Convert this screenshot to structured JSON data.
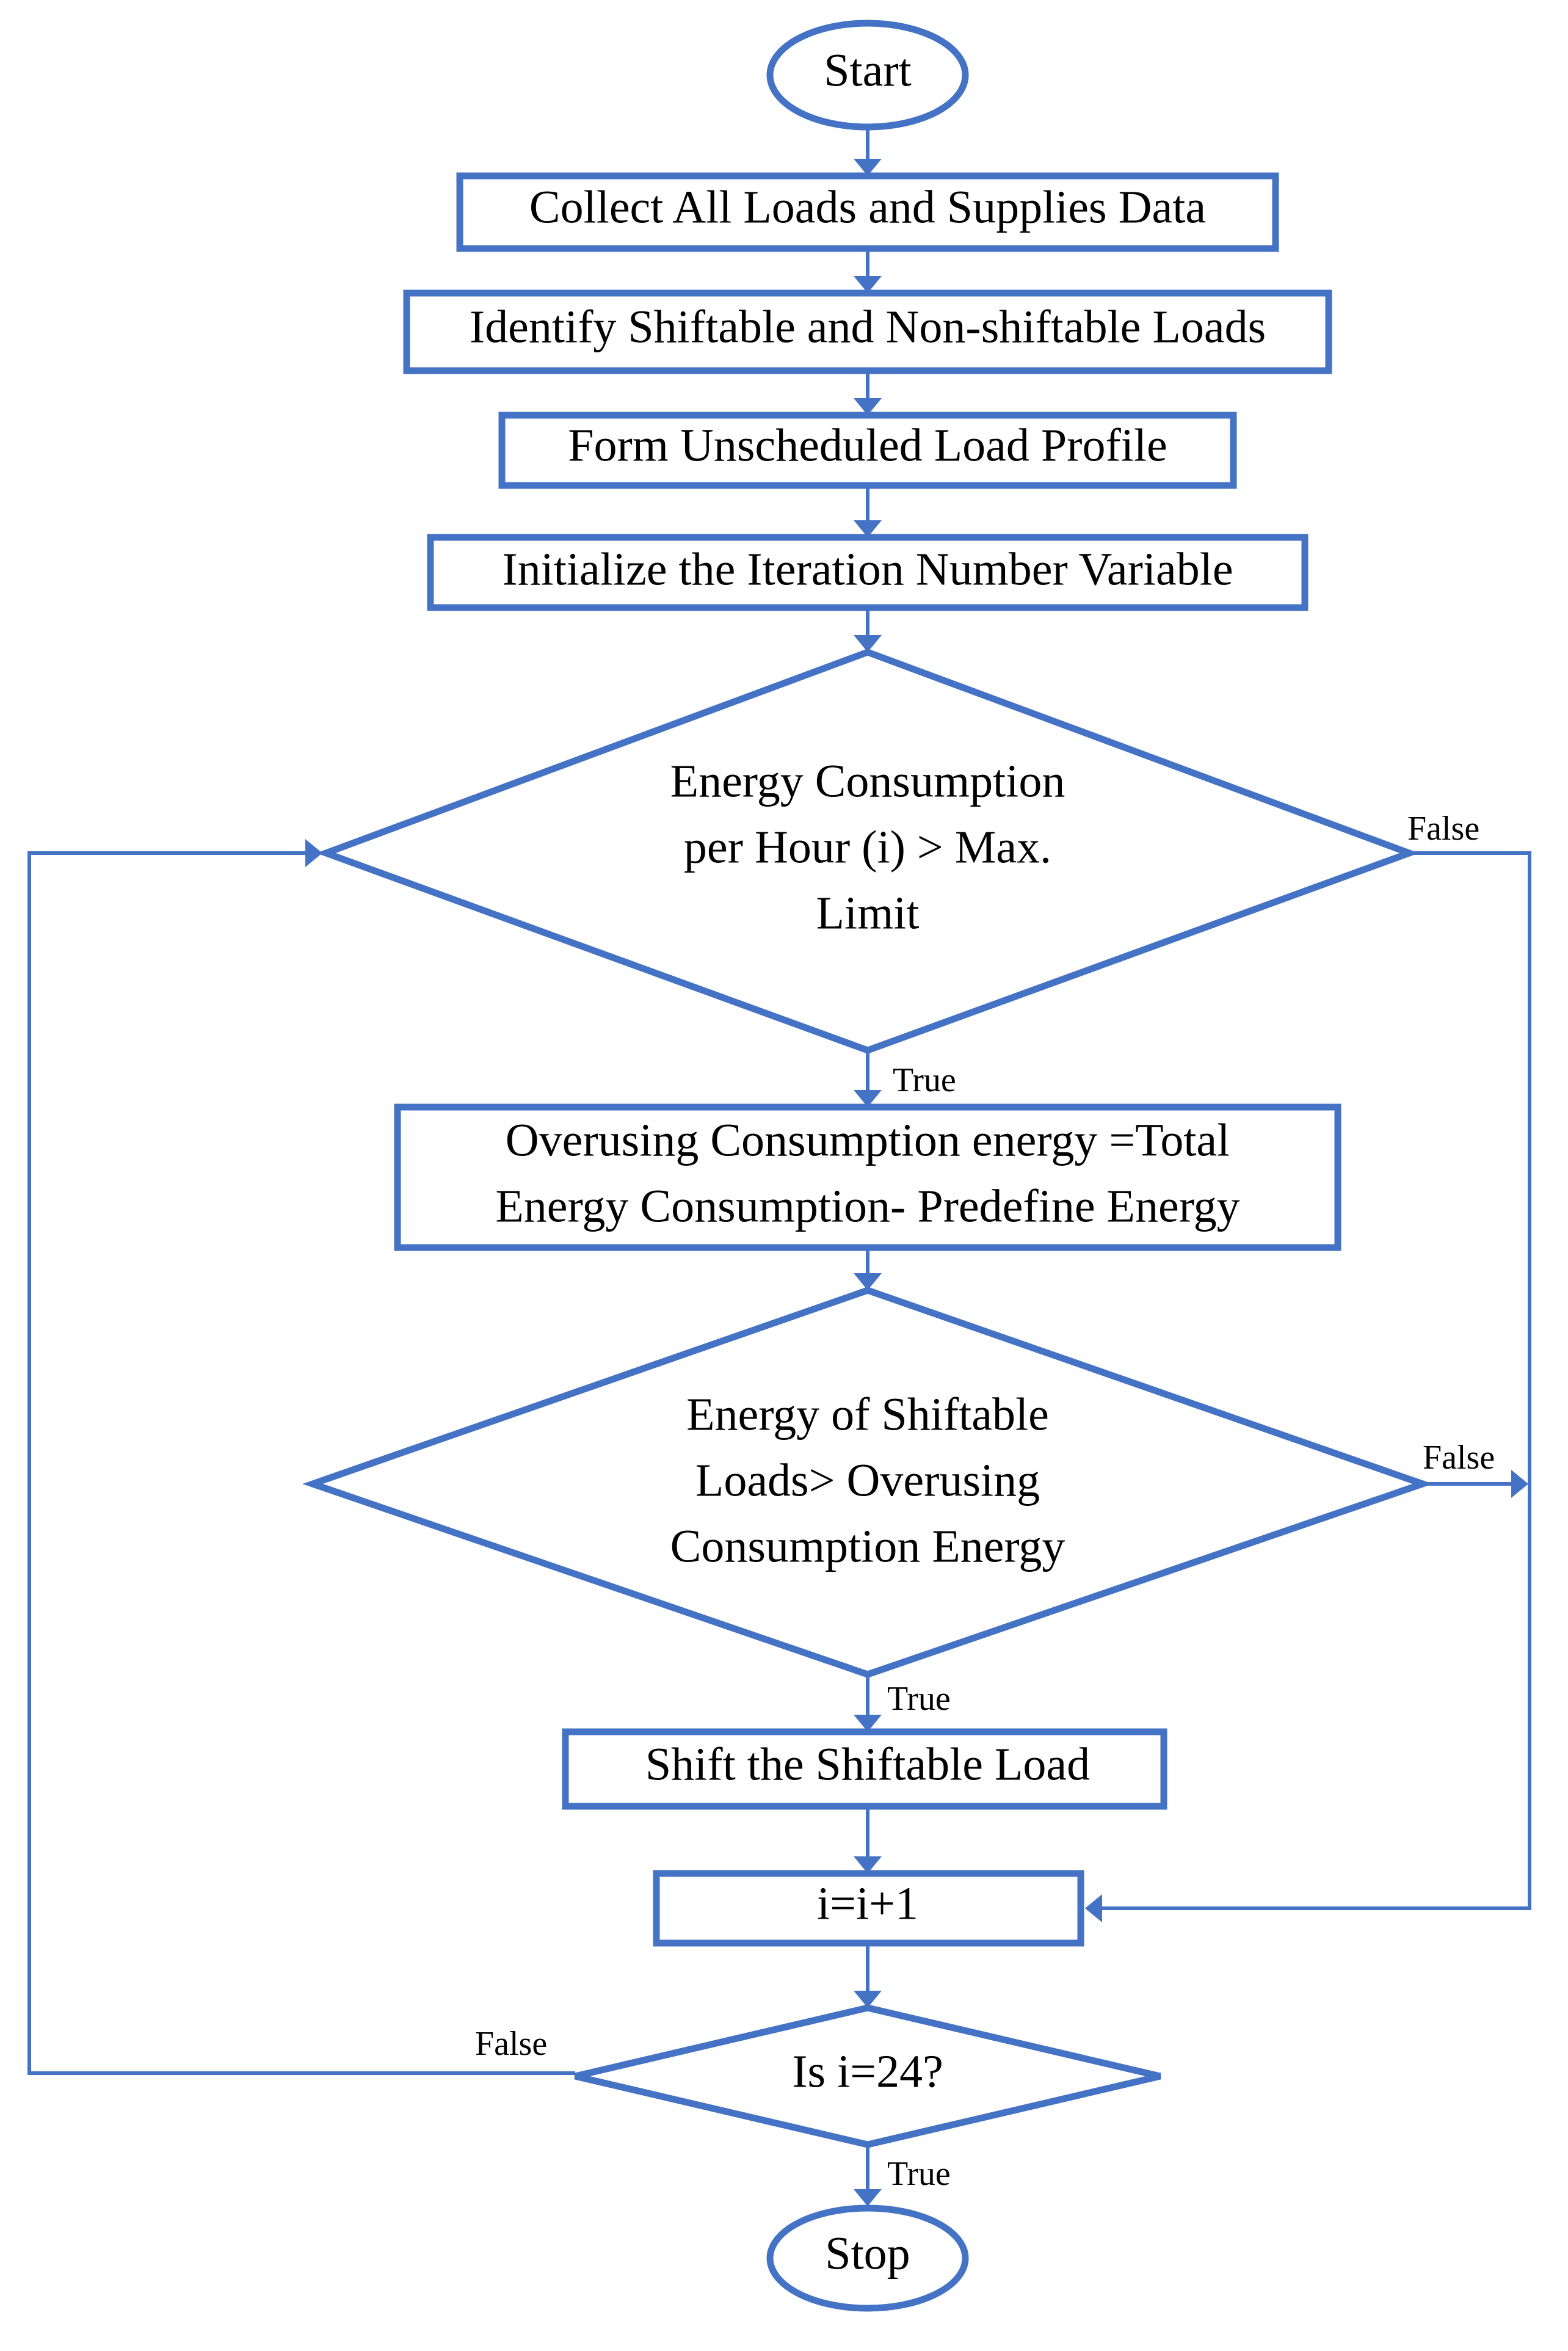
{
  "nodes": {
    "start": [
      "Start"
    ],
    "collect": [
      "Collect All Loads and Supplies Data"
    ],
    "identify": [
      "Identify Shiftable and Non-shiftable Loads"
    ],
    "form_profile": [
      "Form Unscheduled Load Profile"
    ],
    "initialize": [
      "Initialize the Iteration Number Variable"
    ],
    "decision_consumption": [
      "Energy Consumption",
      "per Hour (i) > Max.",
      "Limit"
    ],
    "overusing": [
      "Overusing Consumption energy =Total",
      "Energy Consumption- Predefine Energy"
    ],
    "decision_shiftable": [
      "Energy of Shiftable",
      "Loads> Overusing",
      "Consumption Energy"
    ],
    "shift": [
      "Shift the Shiftable Load"
    ],
    "increment": [
      "i=i+1"
    ],
    "decision_end": [
      "Is i=24?"
    ],
    "stop": [
      "Stop"
    ]
  },
  "edge_labels": {
    "consumption_true": "True",
    "consumption_false": "False",
    "shiftable_true": "True",
    "shiftable_false": "False",
    "end_true": "True",
    "end_false": "False"
  },
  "colors": {
    "stroke": "#4472C4",
    "text": "#000000",
    "background": "#ffffff"
  }
}
